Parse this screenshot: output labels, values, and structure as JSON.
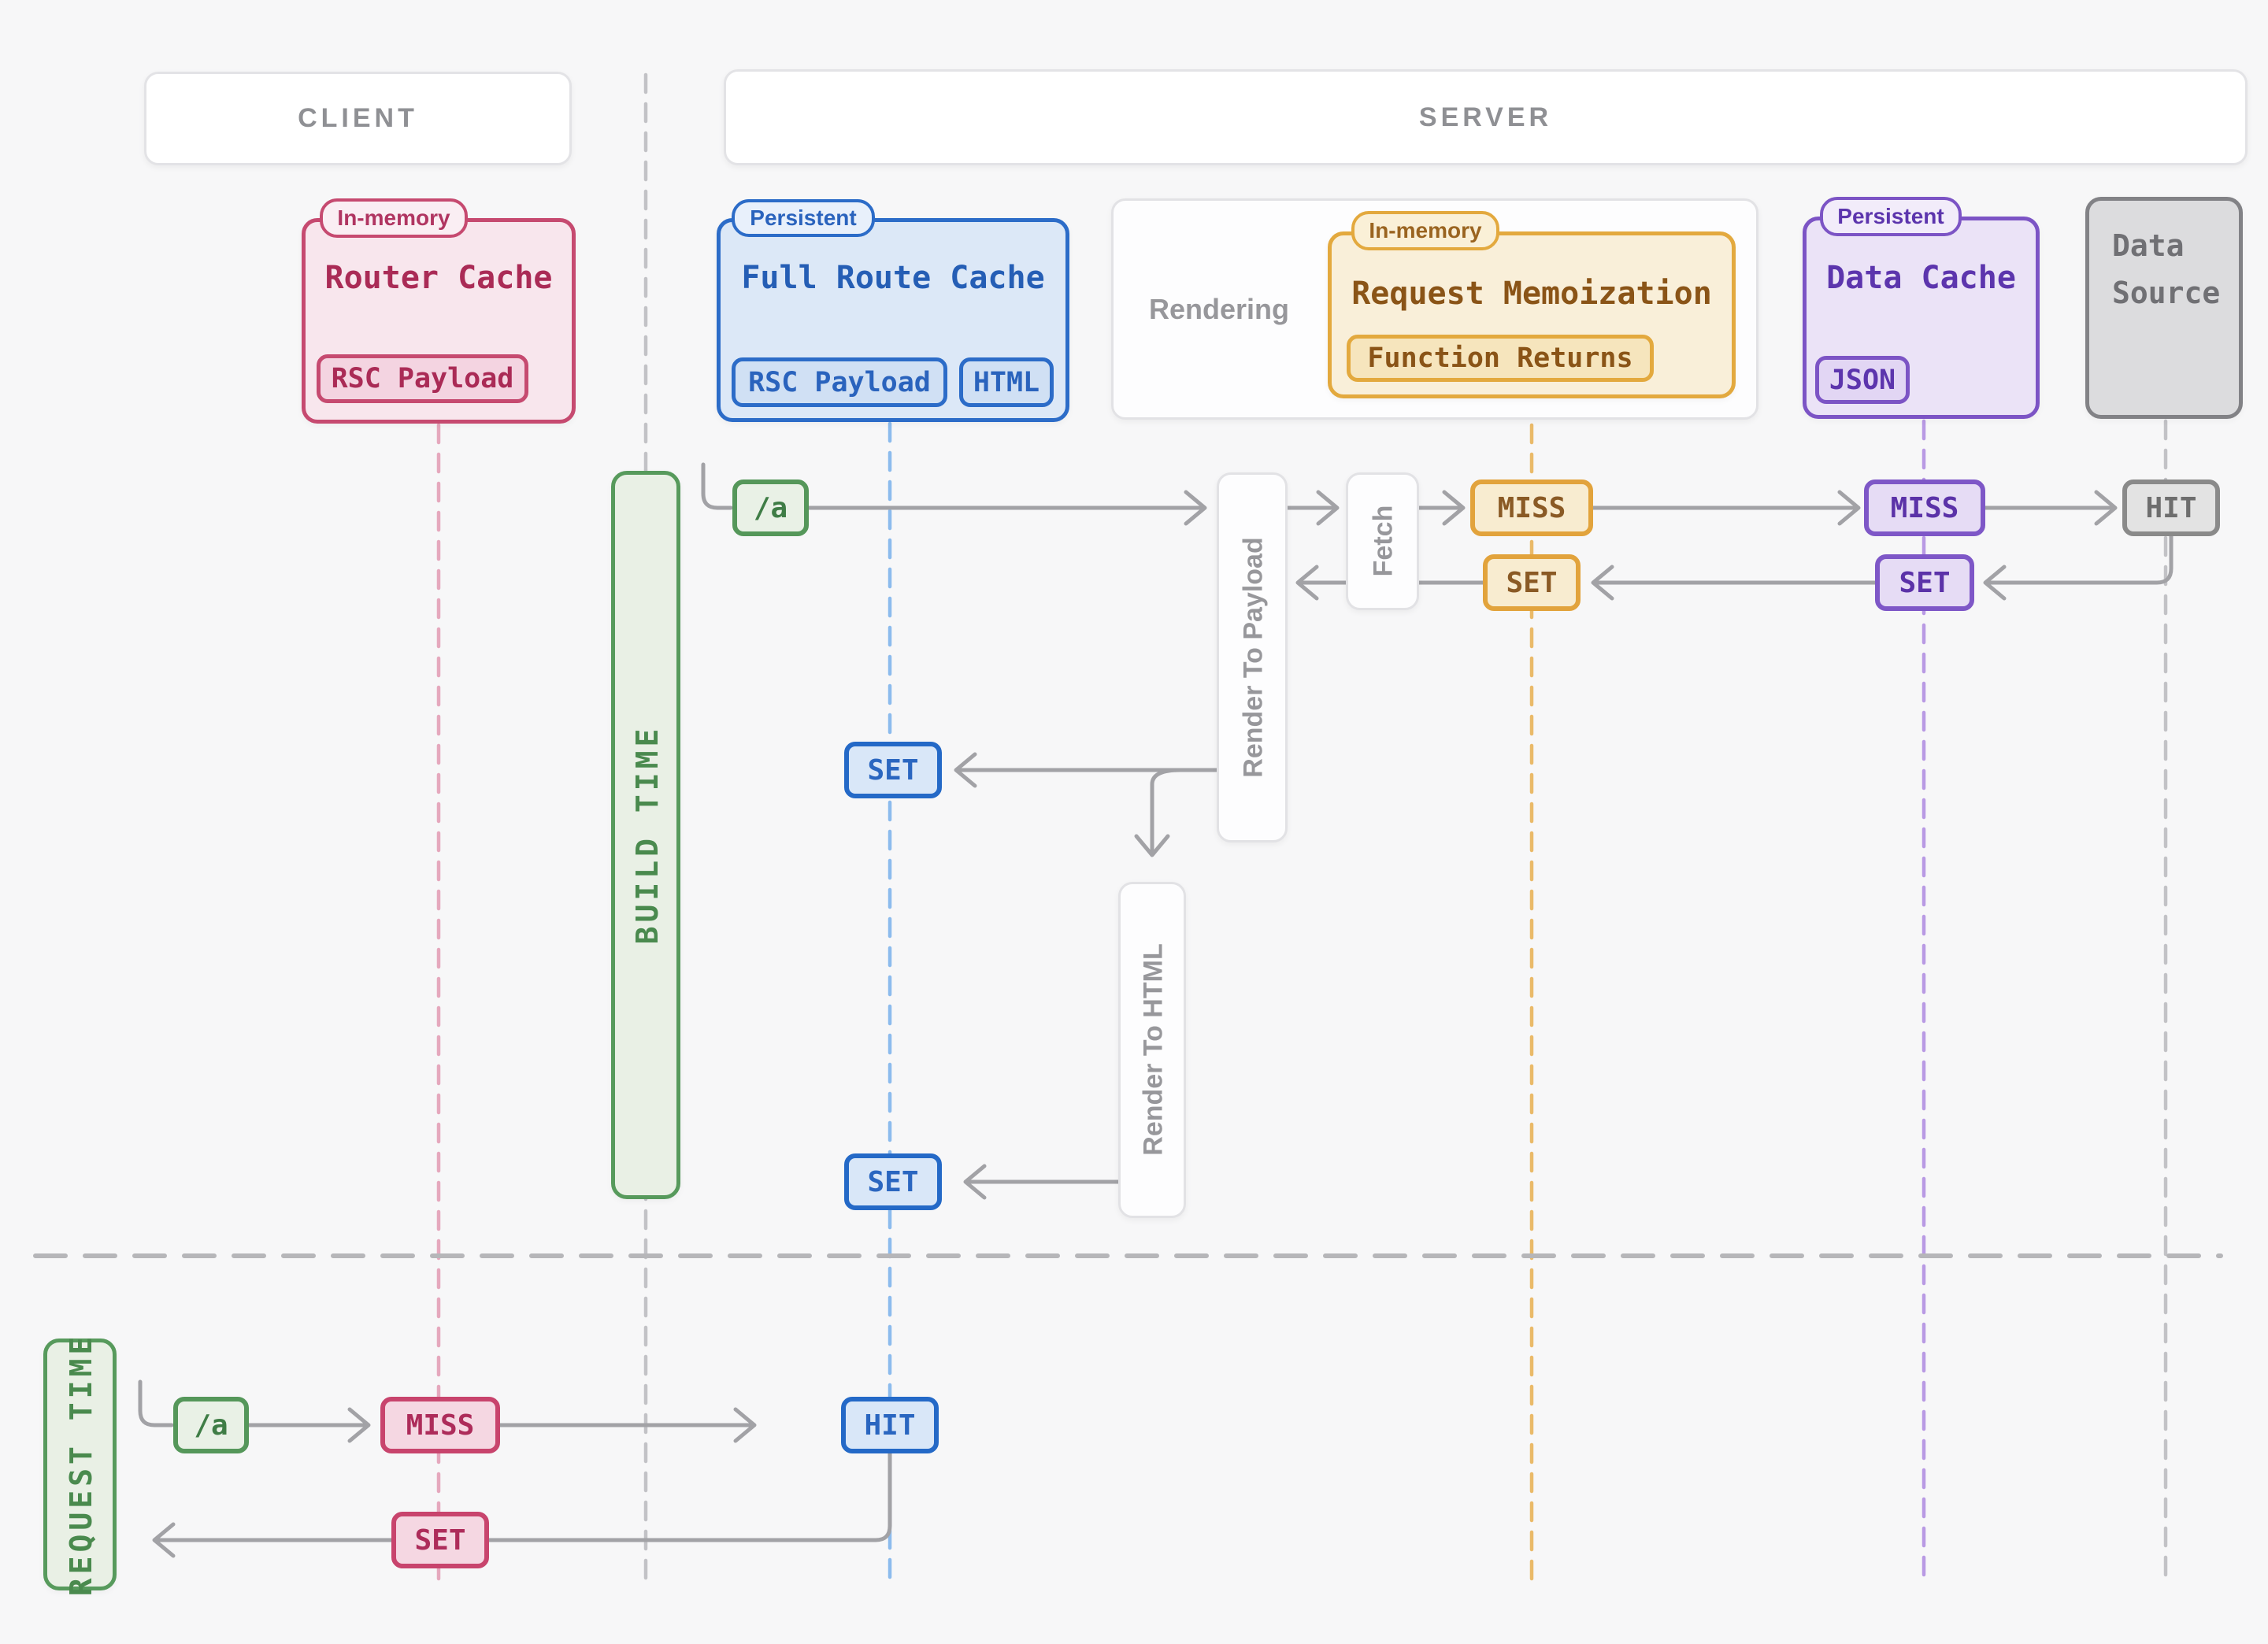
{
  "headers": {
    "client": "CLIENT",
    "server": "SERVER"
  },
  "colors": {
    "pink_accent": "#c64a70",
    "blue_accent": "#2c6cc8",
    "orange_accent": "#e3a93e",
    "purple_accent": "#7c54c5",
    "green_accent": "#579a5c",
    "gray_line": "#a2a2a6",
    "background": "#f7f7f8"
  },
  "caches": {
    "router_cache": {
      "tag": "In-memory",
      "title": "Router Cache",
      "badges": [
        "RSC Payload"
      ]
    },
    "full_route_cache": {
      "tag": "Persistent",
      "title": "Full Route Cache",
      "badges": [
        "RSC Payload",
        "HTML"
      ]
    },
    "rendering_label": "Rendering",
    "request_memoization": {
      "tag": "In-memory",
      "title": "Request Memoization",
      "badges": [
        "Function Returns"
      ]
    },
    "data_cache": {
      "tag": "Persistent",
      "title": "Data Cache",
      "badges": [
        "JSON"
      ]
    },
    "data_source": {
      "line1": "Data",
      "line2": "Source"
    }
  },
  "phases": {
    "build": "BUILD TIME",
    "request": "REQUEST TIME"
  },
  "processes": {
    "render_to_payload": "Render To Payload",
    "fetch": "Fetch",
    "render_to_html": "Render To HTML"
  },
  "build_flow": {
    "route": "/a",
    "memo_result": "MISS",
    "memo_write": "SET",
    "data_cache_result": "MISS",
    "data_cache_write": "SET",
    "source_result": "HIT",
    "full_route_write_payload": "SET",
    "full_route_write_html": "SET"
  },
  "request_flow": {
    "route": "/a",
    "router_result": "MISS",
    "router_write": "SET",
    "full_route_result": "HIT"
  }
}
